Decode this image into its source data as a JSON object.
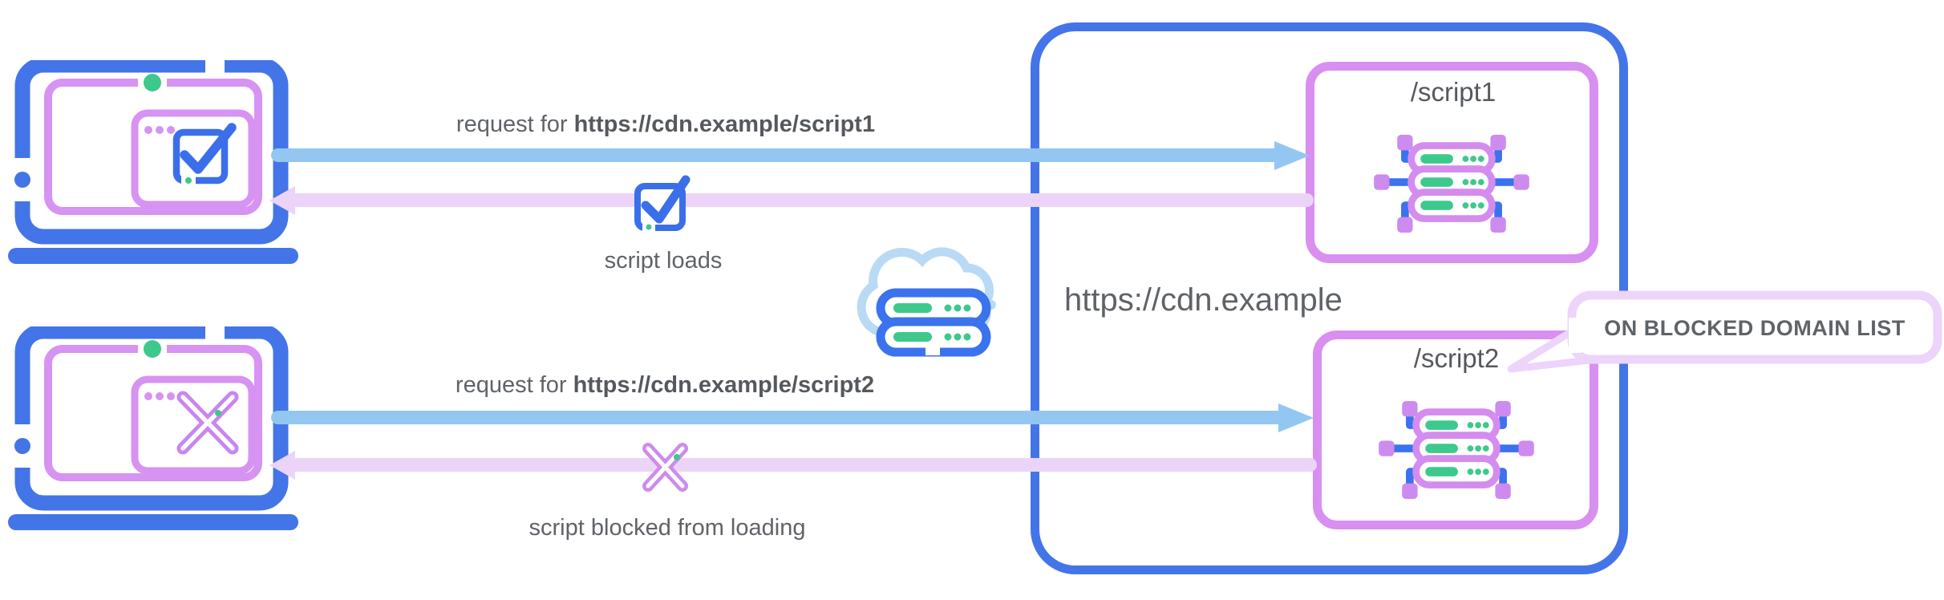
{
  "diagram": {
    "flow1": {
      "request_prefix": "request for ",
      "request_url": "https://cdn.example/script1",
      "result": "script loads"
    },
    "flow2": {
      "request_prefix": "request for ",
      "request_url": "https://cdn.example/script2",
      "result": "script blocked from loading"
    },
    "cdn": {
      "domain": "https://cdn.example",
      "endpoints": [
        "/script1",
        "/script2"
      ],
      "tooltip": "ON BLOCKED DOMAIN LIST"
    },
    "colors": {
      "laptop_blue": "#4375E8",
      "arrow_blue": "#93C7F2",
      "arrow_purple": "#ECD4F9",
      "stroke_purple": "#D693F1",
      "green": "#3DC98B",
      "connector_blue": "#3B72EE",
      "text_gray": "#5F6368",
      "tooltip_border": "#EDD4FA",
      "cloud_blue": "#B9DAF4"
    },
    "icons": {
      "laptop_allowed": "laptop-check-icon",
      "laptop_blocked": "laptop-cross-icon",
      "check": "checkbox-check-icon",
      "cross": "cross-icon",
      "cloud": "cloud-server-icon",
      "server": "server-cluster-icon"
    }
  }
}
